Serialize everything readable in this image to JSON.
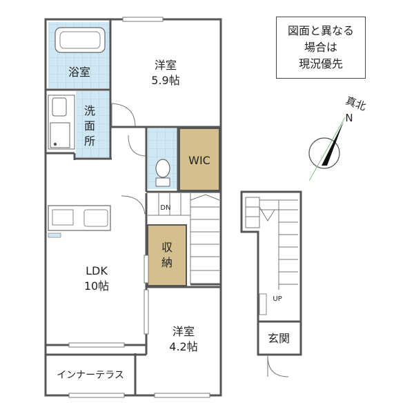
{
  "notice": {
    "lines": [
      "図面と異なる",
      "場合は",
      "現況優先"
    ]
  },
  "compass": {
    "true_north_label": "真北",
    "north_letter": "N"
  },
  "rooms": {
    "bath": "浴室",
    "western_large": {
      "name": "洋室",
      "size": "5.9帖"
    },
    "washroom": [
      "洗",
      "面",
      "所"
    ],
    "wic": "WIC",
    "ldk": {
      "name": "LDK",
      "size": "10帖"
    },
    "storage": [
      "収",
      "納"
    ],
    "western_small": {
      "name": "洋室",
      "size": "4.2帖"
    },
    "inner_terrace": "インナーテラス",
    "entrance": "玄関"
  },
  "stairs": {
    "down_label": "DN",
    "up_label": "UP"
  },
  "colors": {
    "wet_area_tile": "#cfe8f3",
    "wic_storage": "#d4c08f",
    "wall": "#555555"
  }
}
